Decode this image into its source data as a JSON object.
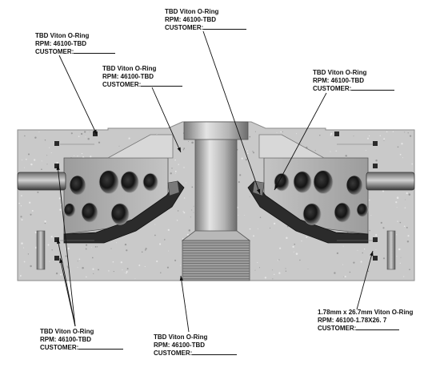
{
  "colors": {
    "concrete": "#c9c9c9",
    "concrete_speck": "#9a9a9a",
    "steel_light": "#d8d8d8",
    "steel_mid": "#a6a6a6",
    "steel_dark": "#5e5e5e",
    "rubber": "#2b2b2b",
    "hole": "#1c1c1c",
    "leader": "#111111"
  },
  "callouts": [
    {
      "id": "top-left",
      "lines": [
        "TBD Viton O-Ring",
        "RPM: 46100-TBD",
        "CUSTOMER:"
      ],
      "blank_after_last": true
    },
    {
      "id": "mid-left",
      "lines": [
        "TBD Viton O-Ring",
        "RPM: 46100-TBD",
        "CUSTOMER:"
      ],
      "blank_after_last": true
    },
    {
      "id": "top-center",
      "lines": [
        "TBD Viton O-Ring",
        "RPM: 46100-TBD",
        "CUSTOMER:"
      ],
      "blank_after_last": true
    },
    {
      "id": "top-right",
      "lines": [
        "TBD Viton O-Ring",
        "RPM: 46100-TBD",
        "CUSTOMER:"
      ],
      "blank_after_last": true
    },
    {
      "id": "bottom-left",
      "lines": [
        "TBD Viton O-Ring",
        "RPM: 46100-TBD",
        "CUSTOMER:"
      ],
      "blank_after_last": true
    },
    {
      "id": "bottom-center",
      "lines": [
        "TBD Viton O-Ring",
        "RPM: 46100-TBD",
        "CUSTOMER:"
      ],
      "blank_after_last": true
    },
    {
      "id": "bottom-right",
      "lines": [
        "1.78mm x 26.7mm Viton O-Ring",
        "RPM: 46100-1.78X26. 7",
        "CUSTOMER:"
      ],
      "blank_after_last": true
    }
  ]
}
